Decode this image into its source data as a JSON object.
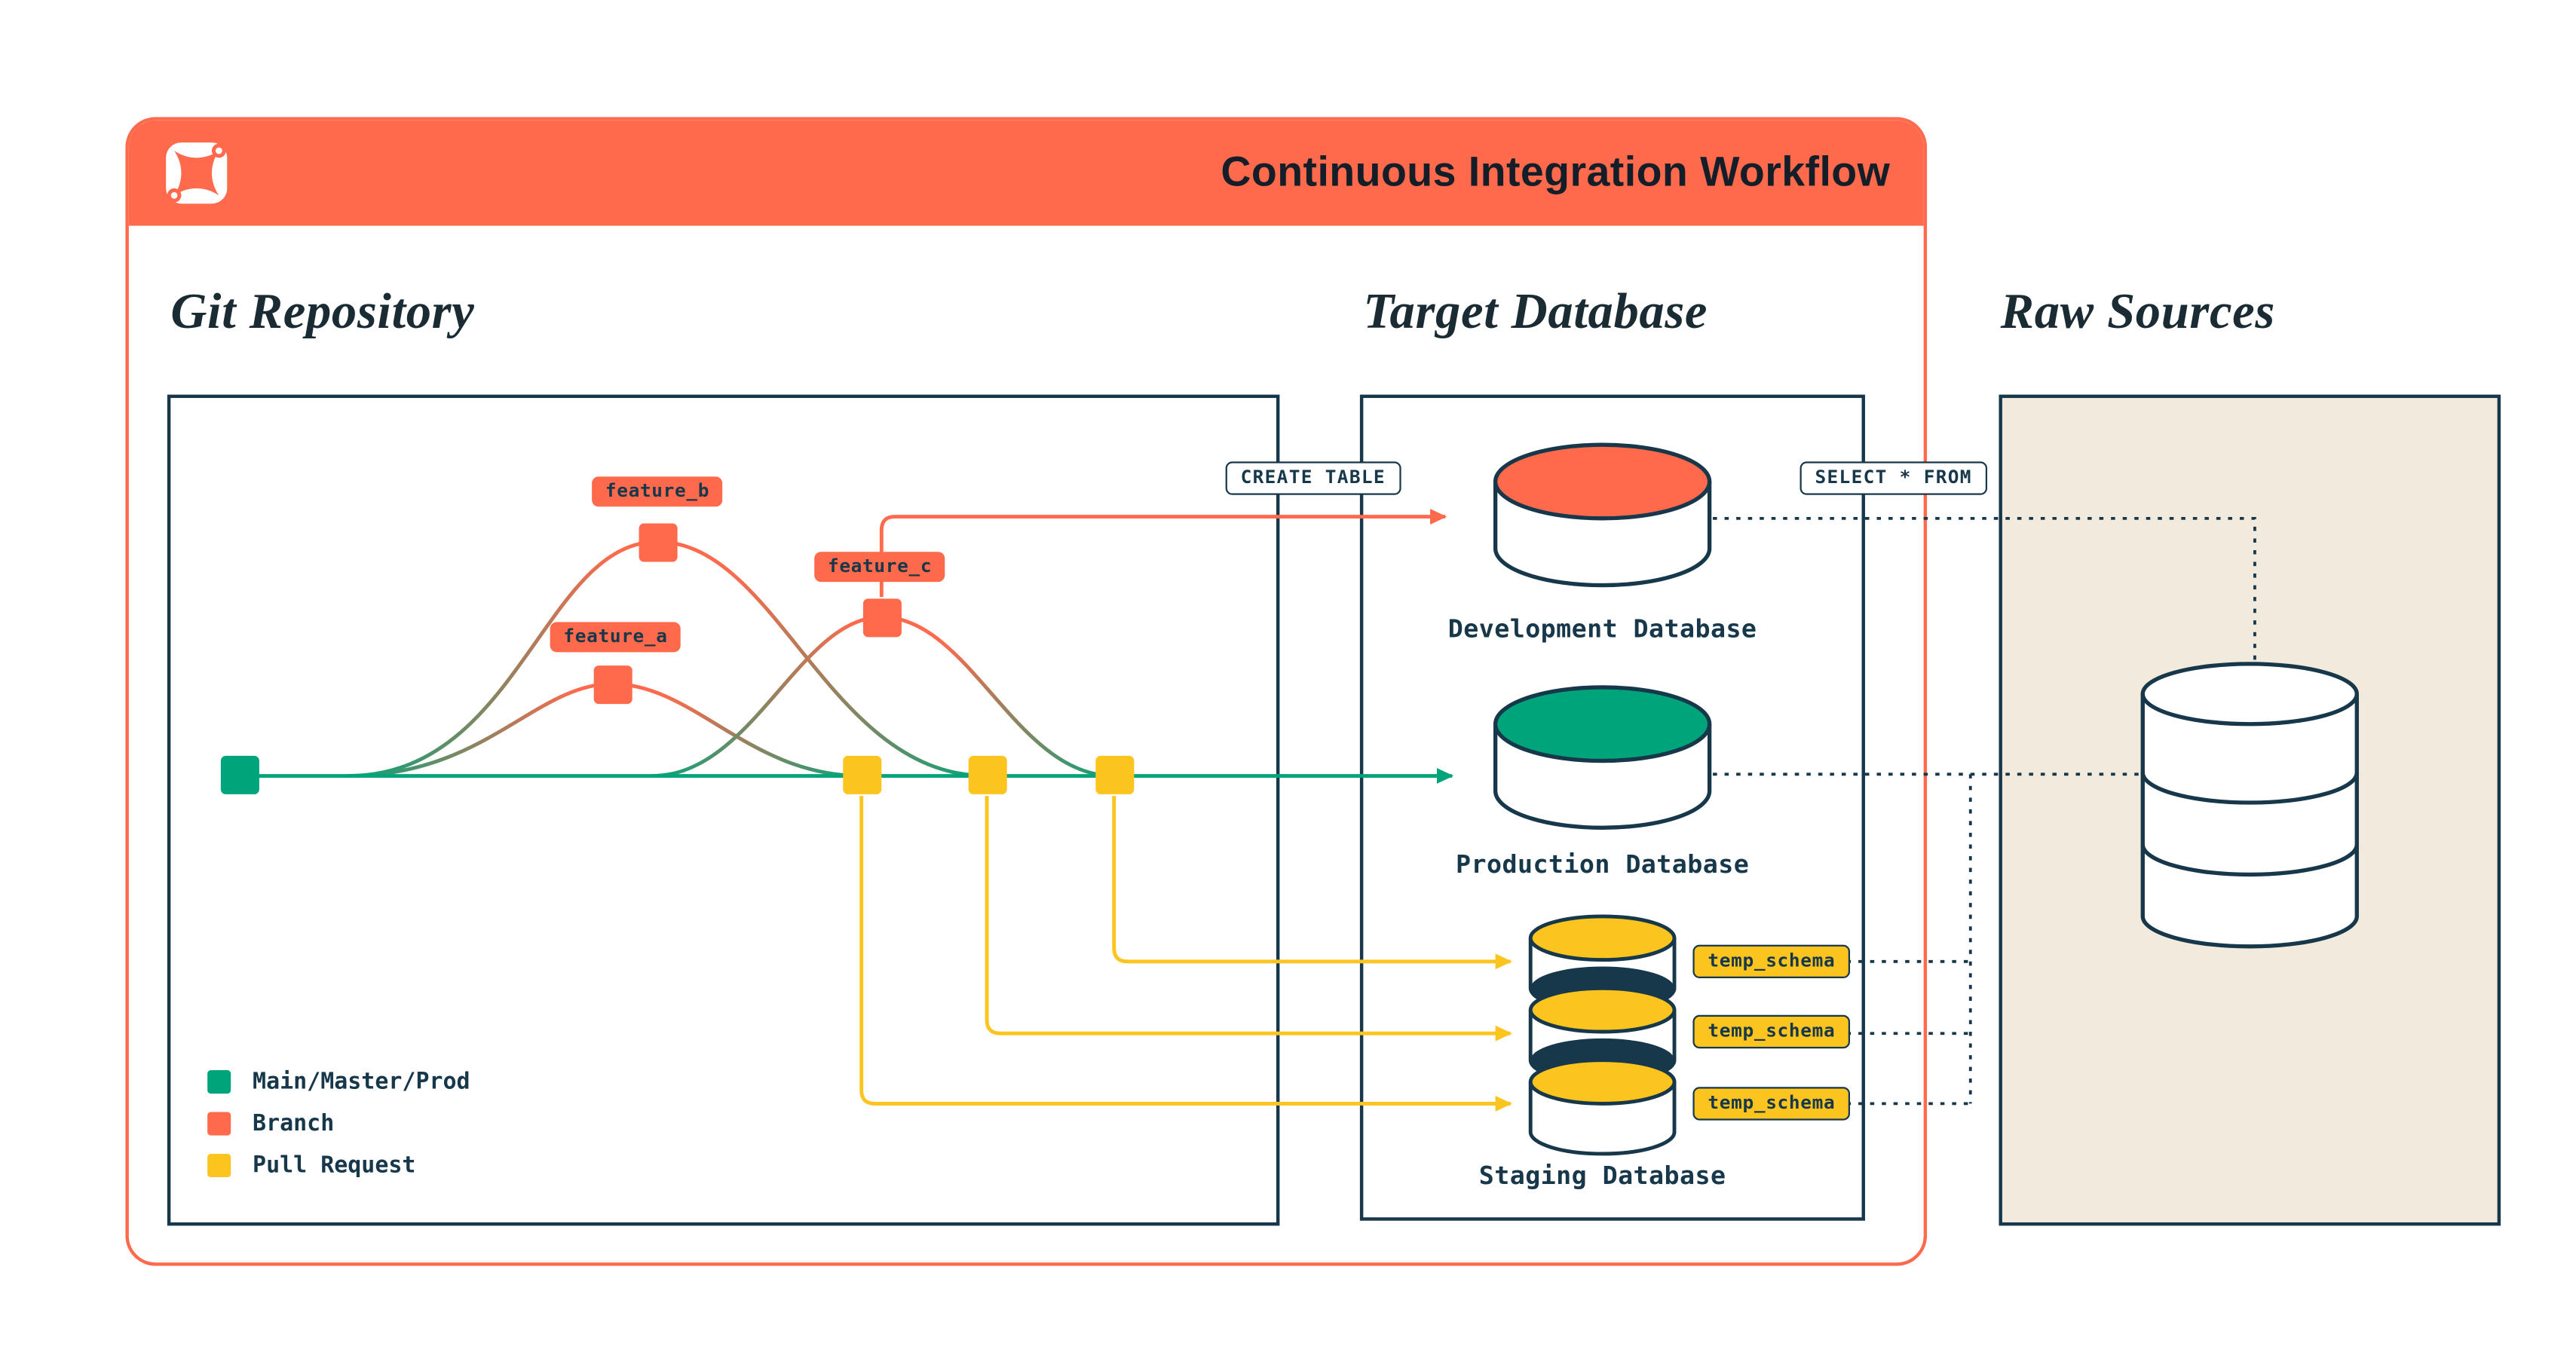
{
  "header": {
    "title": "Continuous Integration Workflow",
    "logo": "dbt-logo"
  },
  "git": {
    "heading": "Git Repository",
    "branches": [
      {
        "label": "feature_b"
      },
      {
        "label": "feature_a"
      },
      {
        "label": "feature_c"
      }
    ],
    "legend": [
      {
        "label": "Main/Master/Prod",
        "color": "#00A47A"
      },
      {
        "label": "Branch",
        "color": "#FF6A4C"
      },
      {
        "label": "Pull Request",
        "color": "#FCC41E"
      }
    ]
  },
  "target": {
    "heading": "Target Database",
    "create_table_badge": "CREATE TABLE",
    "select_from_badge": "SELECT * FROM",
    "databases": [
      {
        "name": "Development Database"
      },
      {
        "name": "Production Database"
      },
      {
        "name": "Staging Database"
      }
    ],
    "temp_schemas": [
      {
        "label": "temp_schema"
      },
      {
        "label": "temp_schema"
      },
      {
        "label": "temp_schema"
      }
    ]
  },
  "raw": {
    "heading": "Raw Sources"
  },
  "colors": {
    "coral": "#FF6A4C",
    "teal": "#00A47A",
    "yellow": "#FCC41E",
    "navy": "#17374A",
    "beige": "#F1EADD"
  }
}
